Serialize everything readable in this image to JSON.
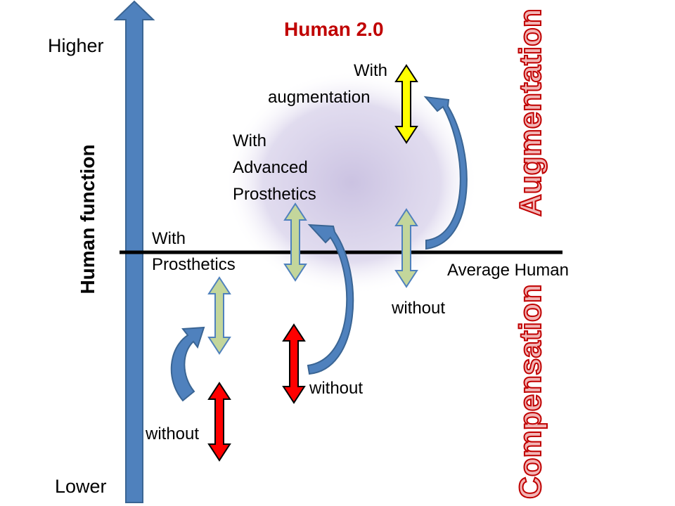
{
  "title": "Human 2.0",
  "axis": {
    "label": "Human function",
    "high": "Higher",
    "low": "Lower"
  },
  "baseline_label": "Average Human",
  "regions": {
    "above": "Augmentation",
    "below": "Compensation"
  },
  "labels": {
    "with_prosthetics": [
      "With",
      "Prosthetics"
    ],
    "with_advanced_prosthetics": [
      "With",
      "Advanced",
      "Prosthetics"
    ],
    "with_augmentation": [
      "With",
      "augmentation"
    ],
    "without_1": "without",
    "without_2": "without",
    "without_3": "without"
  },
  "colors": {
    "axis_arrow": "#4f81bd",
    "curved_arrow": "#4f81bd",
    "red_arrow": "#ff0000",
    "green_arrow": "#c3d69b",
    "yellow_arrow": "#ffff00",
    "title": "#c00000",
    "glow": "#c8bfe0"
  }
}
